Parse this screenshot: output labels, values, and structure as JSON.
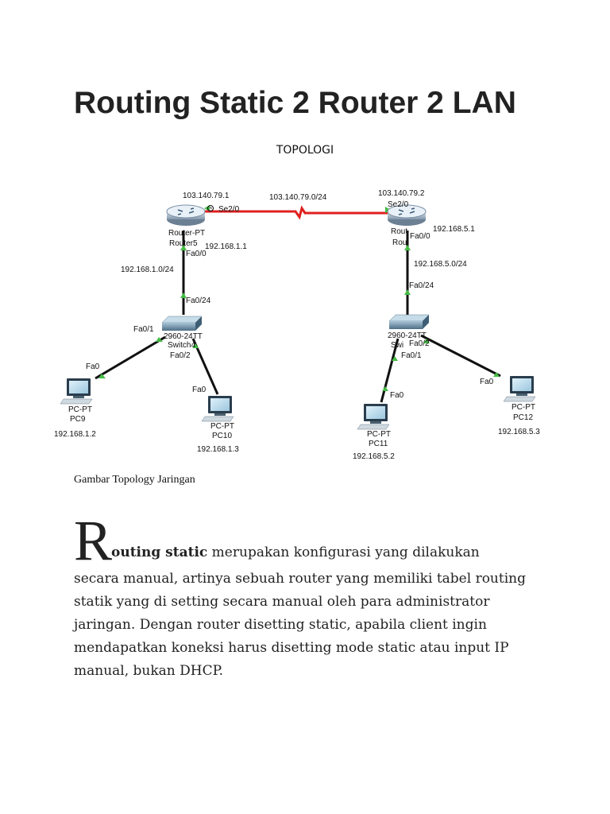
{
  "article": {
    "title": "Routing Static 2 Router 2 LAN",
    "subtitle": "TOPOLOGI",
    "figure_caption": "Gambar Topology Jaringan",
    "dropcap": "R",
    "lead_bold": "outing static",
    "lead_rest": " merupakan konfigurasi yang dilakukan",
    "paragraph_rest": "secara manual, artinya sebuah router yang memiliki tabel routing statik yang di setting secara manual oleh para administrator jaringan. Dengan router disetting static, apabila client ingin mendapatkan koneksi harus disetting mode static atau input IP manual, bukan DHCP."
  },
  "topology": {
    "wan_network": "103.140.79.0/24",
    "router_left": {
      "ip": "103.140.79.1",
      "port_serial": "Se2/0",
      "type": "Router-PT",
      "name": "Router5",
      "lan_ip": "192.168.1.1",
      "port_lan": "Fa0/0"
    },
    "router_right": {
      "ip": "103.140.79.2",
      "port_serial": "Se2/0",
      "type": "Rout",
      "name": "Rou",
      "lan_ip": "192.168.5.1",
      "port_lan": "Fa0/0"
    },
    "lan_left": "192.168.1.0/24",
    "lan_right": "192.168.5.0/24",
    "switch_left": {
      "model": "2960-24TT",
      "name": "Switch4",
      "port_up": "Fa0/24",
      "port_a": "Fa0/1",
      "port_b": "Fa0/2"
    },
    "switch_right": {
      "model": "2960-24TT",
      "name": "Swi",
      "port_up": "Fa0/24",
      "port_a": "Fa0/2",
      "port_b": "Fa0/1"
    },
    "pcs": [
      {
        "type": "PC-PT",
        "name": "PC9",
        "ip": "192.168.1.2",
        "port": "Fa0"
      },
      {
        "type": "PC-PT",
        "name": "PC10",
        "ip": "192.168.1.3",
        "port": "Fa0"
      },
      {
        "type": "PC-PT",
        "name": "PC11",
        "ip": "192.168.5.2",
        "port": "Fa0"
      },
      {
        "type": "PC-PT",
        "name": "PC12",
        "ip": "192.168.5.3",
        "port": "Fa0"
      }
    ],
    "colors": {
      "serial_link": "#e02020",
      "ethernet_link": "#111111",
      "port_up": "#44bb44"
    }
  }
}
